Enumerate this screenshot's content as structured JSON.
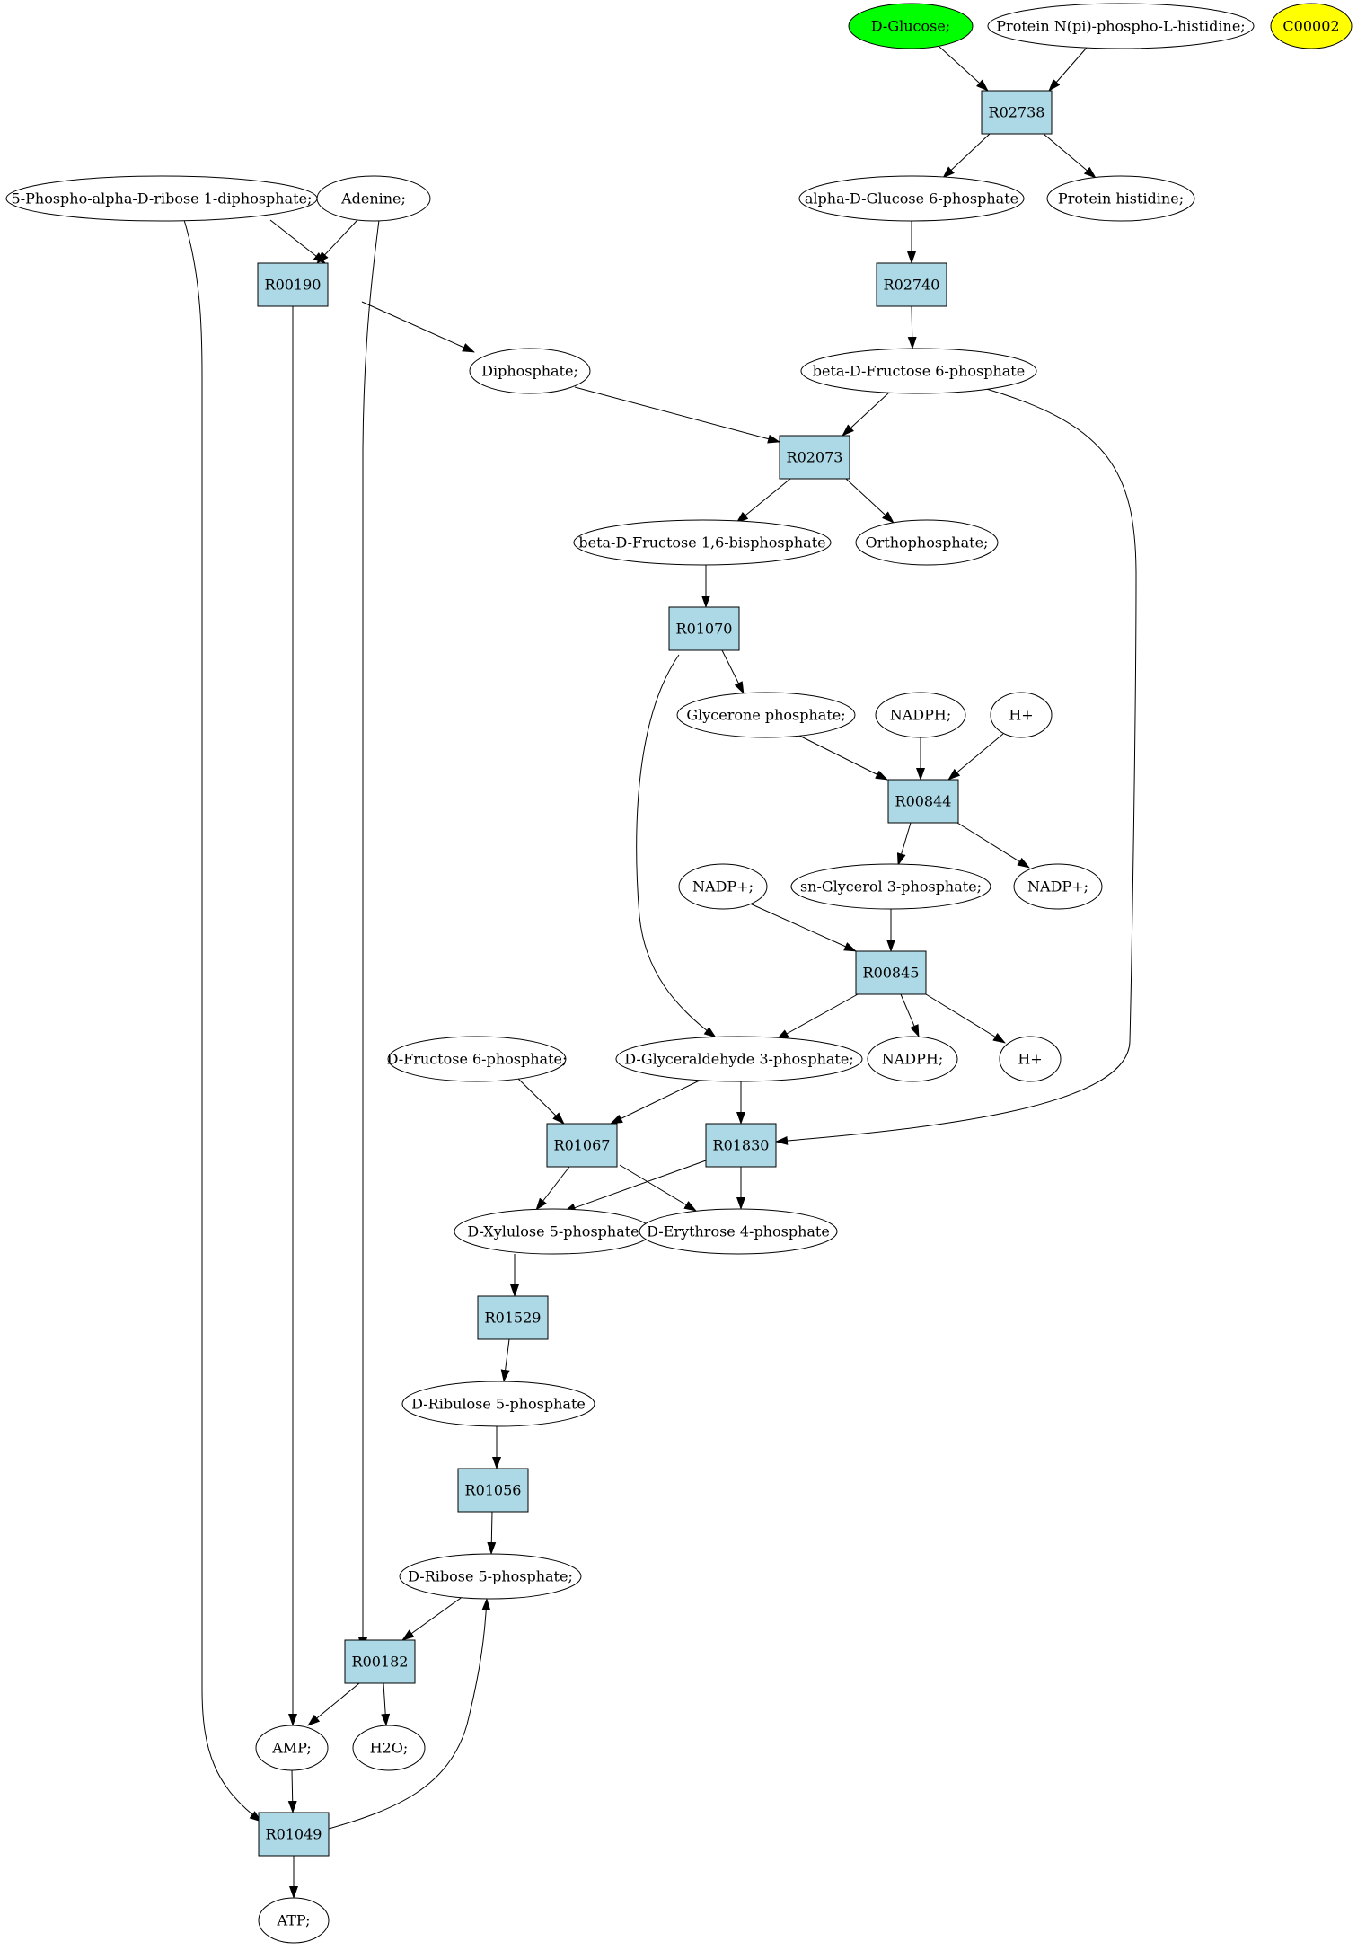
{
  "colors": {
    "reaction_fill": "#add8e6",
    "compound_fill": "#ffffff",
    "start_fill": "#00ff00",
    "highlight_fill": "#ffff00",
    "stroke": "#000000"
  },
  "compounds": {
    "d_glucose": "D-Glucose;",
    "protein_npi": "Protein N(pi)-phospho-L-histidine;",
    "c00002": "C00002",
    "prpp": "5-Phospho-alpha-D-ribose 1-diphosphate;",
    "adenine": "Adenine;",
    "a_glc6p": "alpha-D-Glucose 6-phosphate",
    "protein_his": "Protein histidine;",
    "diphosphate": "Diphosphate;",
    "b_fru6p": "beta-D-Fructose 6-phosphate",
    "b_fbp": "beta-D-Fructose 1,6-bisphosphate",
    "orthophosphate": "Orthophosphate;",
    "dhap": "Glycerone phosphate;",
    "nadph_1": "NADPH;",
    "hplus_1": "H+",
    "nadp_1": "NADP+;",
    "g3p_sn": "sn-Glycerol 3-phosphate;",
    "nadp_2": "NADP+;",
    "d_fru6p": "D-Fructose 6-phosphate;",
    "gap": "D-Glyceraldehyde 3-phosphate;",
    "nadph_2": "NADPH;",
    "hplus_2": "H+",
    "xu5p": "D-Xylulose 5-phosphate",
    "e4p": "D-Erythrose 4-phosphate",
    "ru5p": "D-Ribulose 5-phosphate",
    "r5p": "D-Ribose 5-phosphate;",
    "amp": "AMP;",
    "h2o": "H2O;",
    "atp": "ATP;"
  },
  "reactions": {
    "r02738": "R02738",
    "r00190": "R00190",
    "r02740": "R02740",
    "r02073": "R02073",
    "r01070": "R01070",
    "r00844": "R00844",
    "r00845": "R00845",
    "r01067": "R01067",
    "r01830": "R01830",
    "r01529": "R01529",
    "r01056": "R01056",
    "r00182": "R00182",
    "r01049": "R01049"
  }
}
